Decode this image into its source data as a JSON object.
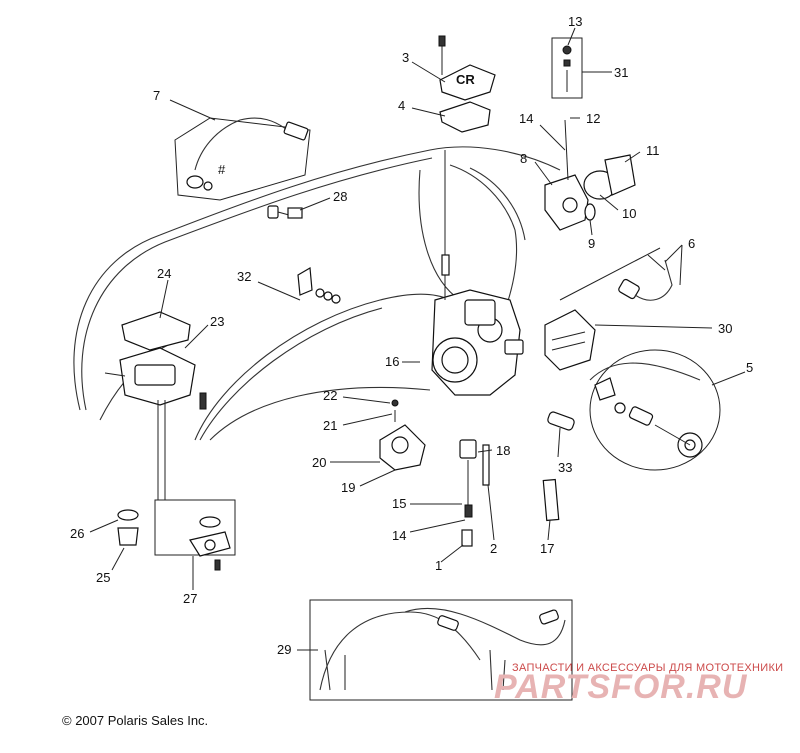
{
  "diagram": {
    "callouts": [
      "1",
      "2",
      "3",
      "4",
      "5",
      "6",
      "7",
      "8",
      "9",
      "10",
      "11",
      "12",
      "13",
      "14",
      "14",
      "15",
      "16",
      "17",
      "18",
      "19",
      "20",
      "21",
      "22",
      "23",
      "24",
      "25",
      "26",
      "27",
      "28",
      "29",
      "30",
      "31",
      "32",
      "33"
    ],
    "marker": "#",
    "cap_marking": "CR"
  },
  "copyright": "© 2007 Polaris Sales Inc.",
  "watermark": {
    "tagline": "ЗАПЧАСТИ И АКСЕССУАРЫ ДЛЯ МОТОТЕХНИКИ",
    "logo": "PARTSFOR.RU"
  }
}
